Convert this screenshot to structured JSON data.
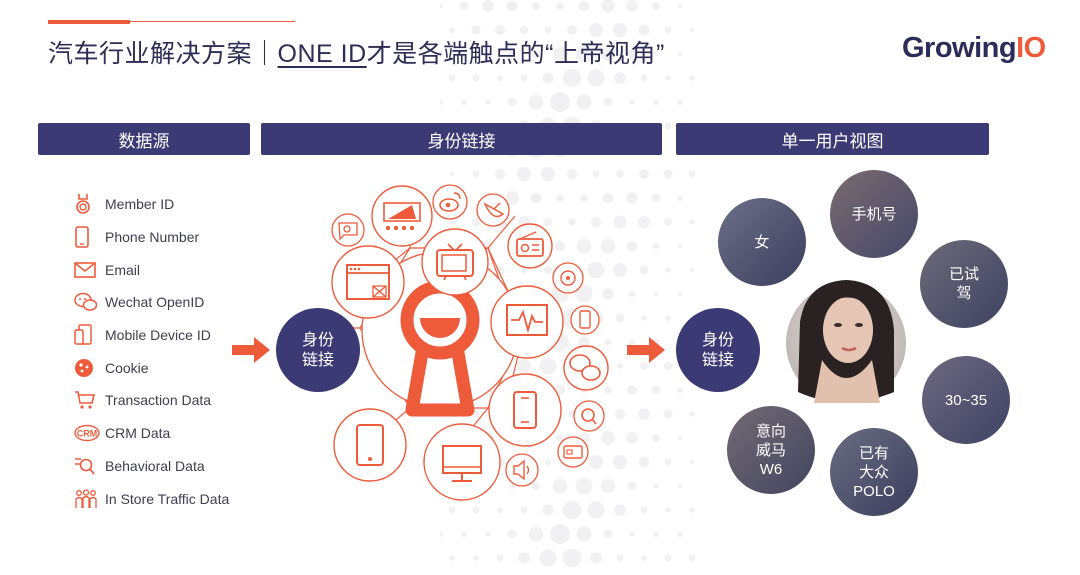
{
  "header": {
    "title_prefix": "汽车行业解决方案｜",
    "title_underlined": "ONE ID",
    "title_suffix": "才是各端触点的“上帝视角”",
    "logo_main": "Growing",
    "logo_accent": "IO"
  },
  "columns": {
    "sources": "数据源",
    "linking": "身份链接",
    "single_view": "单一用户视图"
  },
  "sources": [
    {
      "label": "Member ID",
      "icon": "medal-icon"
    },
    {
      "label": "Phone Number",
      "icon": "phone-icon"
    },
    {
      "label": "Email",
      "icon": "envelope-icon"
    },
    {
      "label": "Wechat OpenID",
      "icon": "wechat-icon"
    },
    {
      "label": "Mobile Device ID",
      "icon": "devices-icon"
    },
    {
      "label": "Cookie",
      "icon": "cookie-icon"
    },
    {
      "label": "Transaction Data",
      "icon": "cart-icon"
    },
    {
      "label": "CRM Data",
      "icon": "crm-icon"
    },
    {
      "label": "Behavioral Data",
      "icon": "search-list-icon"
    },
    {
      "label": "In Store Traffic Data",
      "icon": "people-icon"
    }
  ],
  "hub_linking_1": "身份\n链接",
  "hub_linking_2": "身份\n链接",
  "customer_tags": [
    "女",
    "手机号",
    "已试\n驾",
    "30~35",
    "已有\n大众\nPOLO",
    "意向\n威马\nW6"
  ],
  "colors": {
    "navy": "#3b3a74",
    "orange": "#ee5b3b",
    "title": "#2d2d55"
  }
}
